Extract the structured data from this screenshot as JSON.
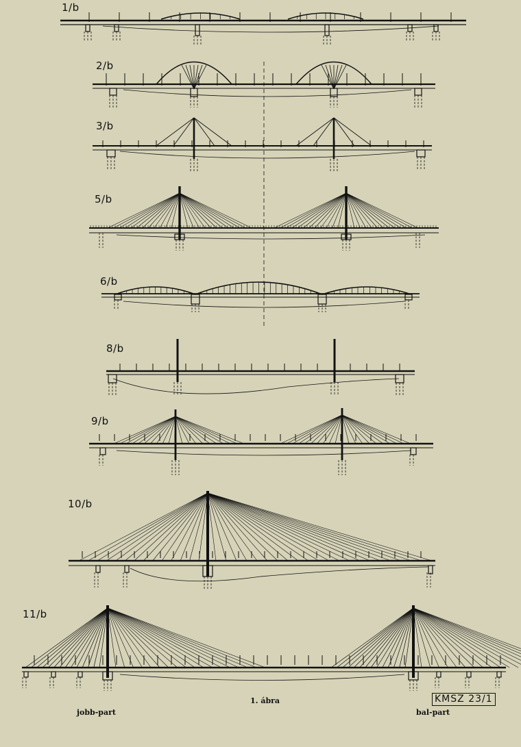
{
  "variants": [
    {
      "label": "1/b"
    },
    {
      "label": "2/b"
    },
    {
      "label": "3/b"
    },
    {
      "label": "5/b"
    },
    {
      "label": "6/b"
    },
    {
      "label": "8/b"
    },
    {
      "label": "9/b"
    },
    {
      "label": "10/b"
    },
    {
      "label": "11/b"
    }
  ],
  "caption": "1. ábra",
  "left_bank": "jobb-part",
  "right_bank": "bal-part",
  "stamp": "KMSZ 23/1",
  "colors": {
    "paper": "#d6d3b8",
    "ink": "#111111"
  }
}
